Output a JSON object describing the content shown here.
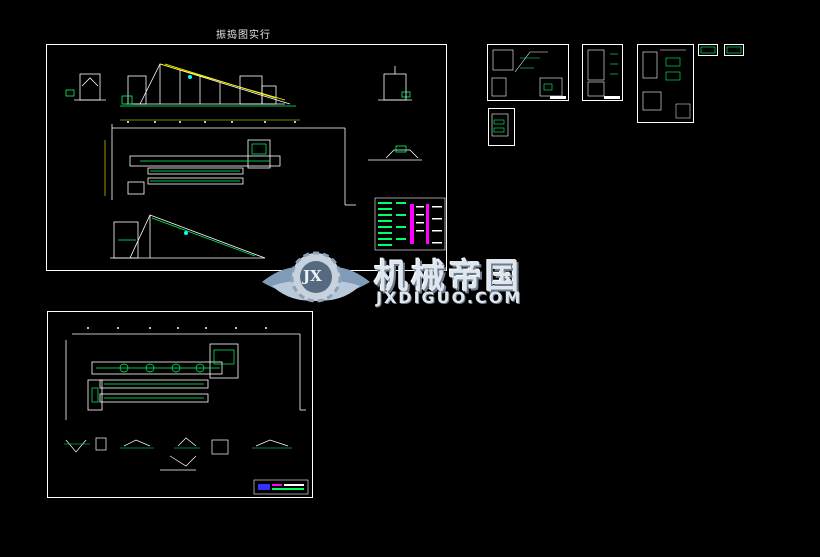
{
  "drawing": {
    "title": "振捣图实行"
  },
  "watermark": {
    "logo_letters": "JX",
    "brand_cn": "机械帝国",
    "brand_en": "JXDIGUO.COM"
  },
  "colors": {
    "background": "#000000",
    "frame": "#ffffff",
    "linework_primary": "#ffffff",
    "linework_green": "#00ff66",
    "linework_yellow": "#ffff00",
    "linework_cyan": "#00ffff",
    "linework_magenta": "#ff00ff",
    "table_blue": "#3333ff"
  }
}
